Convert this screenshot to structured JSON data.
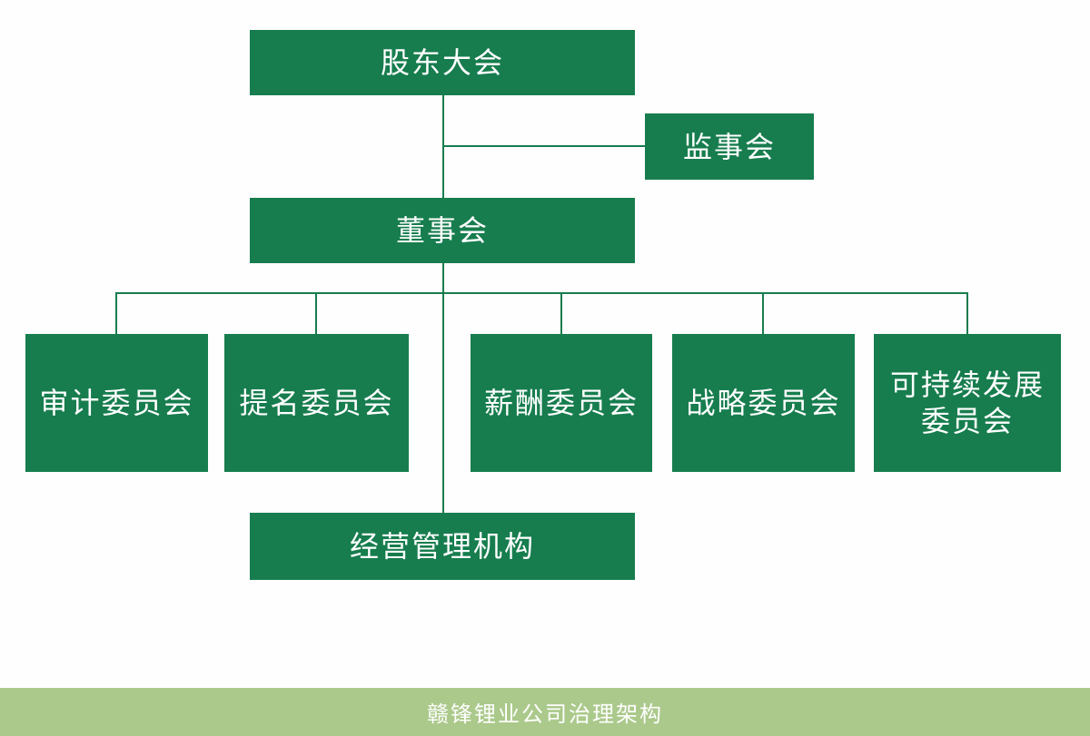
{
  "colors": {
    "box_green": "#177d4e",
    "line_green": "#177d4e",
    "banner_green": "#abc98b",
    "text_white": "#ffffff",
    "background": "#fefefe"
  },
  "nodes": {
    "shareholders_meeting": {
      "label": "股东大会"
    },
    "supervisory_board": {
      "label": "监事会"
    },
    "board_of_directors": {
      "label": "董事会"
    },
    "audit_committee": {
      "label": "审计委员会"
    },
    "nomination_committee": {
      "label": "提名委员会"
    },
    "remuneration_committee": {
      "label": "薪酬委员会"
    },
    "strategy_committee": {
      "label": "战略委员会"
    },
    "sustainability_committee": {
      "label": "可持续发展\n委员会"
    },
    "management_body": {
      "label": "经营管理机构"
    }
  },
  "edges": [
    {
      "from": "shareholders_meeting",
      "to": "supervisory_board"
    },
    {
      "from": "shareholders_meeting",
      "to": "board_of_directors"
    },
    {
      "from": "board_of_directors",
      "to": "audit_committee"
    },
    {
      "from": "board_of_directors",
      "to": "nomination_committee"
    },
    {
      "from": "board_of_directors",
      "to": "remuneration_committee"
    },
    {
      "from": "board_of_directors",
      "to": "strategy_committee"
    },
    {
      "from": "board_of_directors",
      "to": "sustainability_committee"
    },
    {
      "from": "board_of_directors",
      "to": "management_body"
    }
  ],
  "banner": {
    "title": "赣锋锂业公司治理架构"
  }
}
